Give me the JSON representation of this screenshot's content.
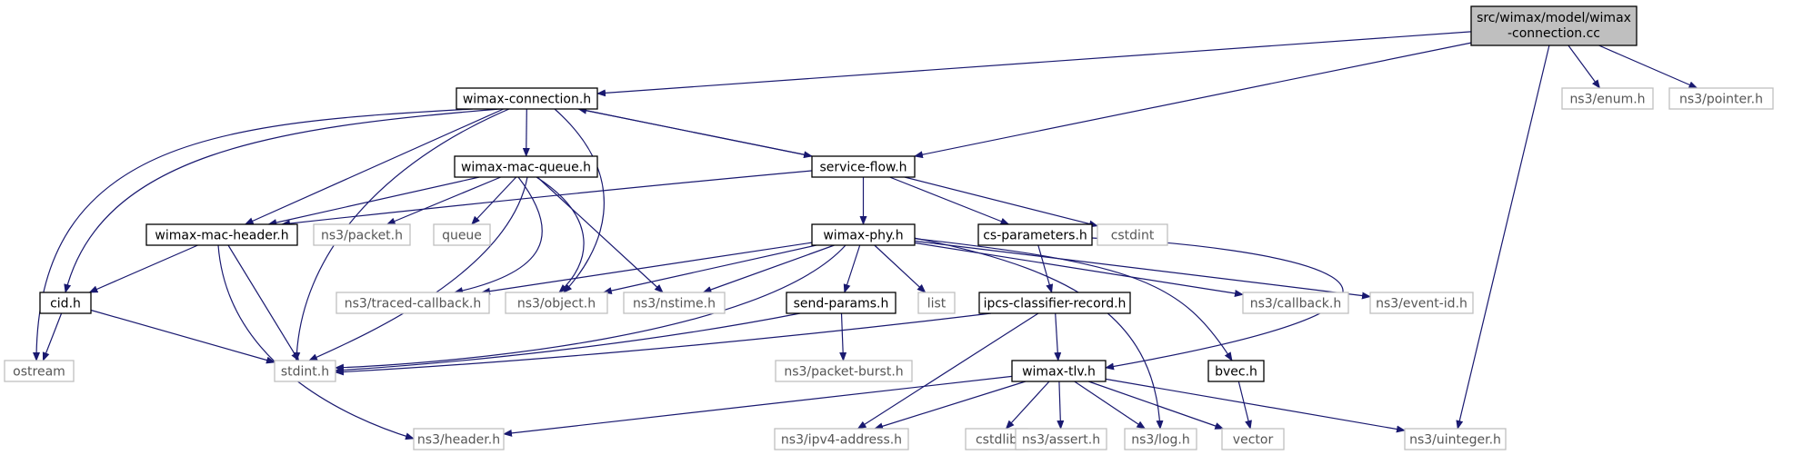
{
  "colors": {
    "edge": "#191970",
    "box_main": "#000000",
    "box_external": "#bfbfbf",
    "fill_root": "#bfbfbf",
    "fill_default": "#ffffff",
    "text_main": "#000000",
    "text_external": "#555555"
  },
  "nodes": {
    "root_line1": "src/wimax/model/wimax",
    "root_line2": "-connection.cc",
    "wimax_connection": "wimax-connection.h",
    "service_flow": "service-flow.h",
    "enum": "ns3/enum.h",
    "pointer": "ns3/pointer.h",
    "wimax_mac_queue": "wimax-mac-queue.h",
    "wimax_mac_header": "wimax-mac-header.h",
    "packet": "ns3/packet.h",
    "queue": "queue",
    "cstdint": "cstdint",
    "wimax_phy": "wimax-phy.h",
    "cs_parameters": "cs-parameters.h",
    "cid": "cid.h",
    "traced_callback": "ns3/traced-callback.h",
    "object": "ns3/object.h",
    "nstime": "ns3/nstime.h",
    "send_params": "send-params.h",
    "list": "list",
    "ipcs_classifier_record": "ipcs-classifier-record.h",
    "callback": "ns3/callback.h",
    "event_id": "ns3/event-id.h",
    "ostream": "ostream",
    "stdint": "stdint.h",
    "packet_burst": "ns3/packet-burst.h",
    "wimax_tlv": "wimax-tlv.h",
    "bvec": "bvec.h",
    "header": "ns3/header.h",
    "ipv4_address": "ns3/ipv4-address.h",
    "cstdlib": "cstdlib",
    "assert": "ns3/assert.h",
    "log": "ns3/log.h",
    "vector": "vector",
    "uinteger": "ns3/uinteger.h"
  }
}
